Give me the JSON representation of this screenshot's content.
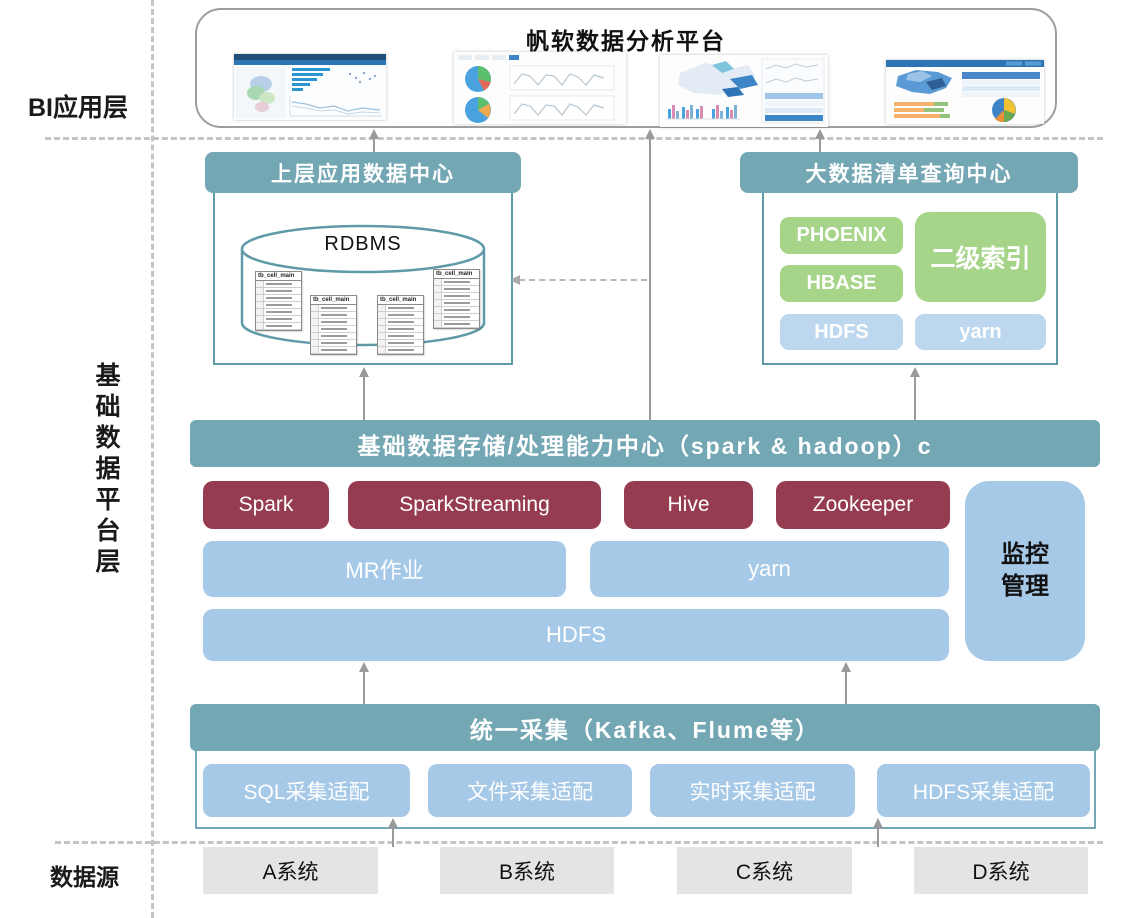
{
  "layers": {
    "bi": "BI应用层",
    "platform": "基础数据平台层",
    "datasource": "数据源"
  },
  "bi_platform": {
    "title": "帆软数据分析平台",
    "thumbnails": [
      "dashboard-map-bars",
      "dashboard-pies-lines",
      "dashboard-map-table",
      "dashboard-map-pie"
    ]
  },
  "app_center": {
    "title": "上层应用数据中心",
    "db_label": "RDBMS",
    "table_name": "tb_cell_main"
  },
  "query_center": {
    "title": "大数据清单查询中心",
    "items": [
      "PHOENIX",
      "HBASE",
      "二级索引",
      "HDFS",
      "yarn"
    ]
  },
  "storage": {
    "title": "基础数据存储/处理能力中心（spark & hadoop）c",
    "red_boxes": [
      "Spark",
      "SparkStreaming",
      "Hive",
      "Zookeeper"
    ],
    "blue_boxes": [
      "MR作业",
      "yarn",
      "HDFS"
    ],
    "monitor": "监控管理"
  },
  "collection": {
    "title": "统一采集（Kafka、Flume等）",
    "adapters": [
      "SQL采集适配",
      "文件采集适配",
      "实时采集适配",
      "HDFS采集适配"
    ]
  },
  "sources": [
    "A系统",
    "B系统",
    "C系统",
    "D系统"
  ],
  "colors": {
    "teal": "#74a7b4",
    "teal_border": "#5f9aa8",
    "maroon": "#963c50",
    "blue": "#a6c9e8",
    "pale_blue": "#bdd7ee",
    "green": "#a6d489",
    "gray_box": "#e4e4e4",
    "arrow": "#9a9a9a"
  }
}
